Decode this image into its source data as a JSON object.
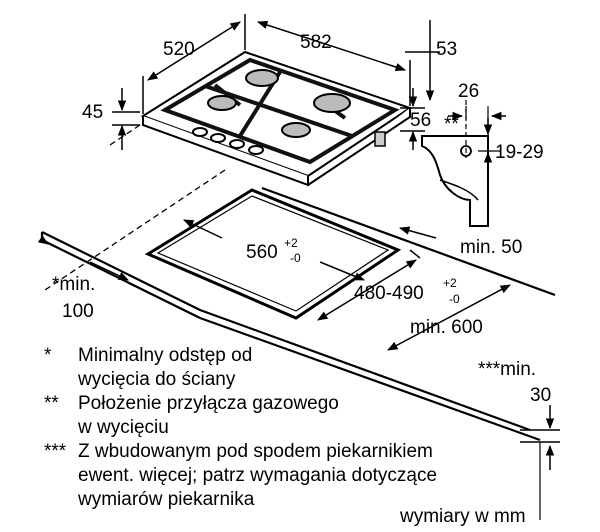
{
  "dimensions": {
    "hob_depth": "520",
    "hob_width": "582",
    "hob_height": "45",
    "edge_depth": "53",
    "below_depth": "56",
    "conn_offset": "26",
    "conn_height": "19-29",
    "conn_marker": "**",
    "cutout_width": "560",
    "cutout_width_tol_plus": "+2",
    "cutout_width_tol_minus": "-0",
    "cutout_depth": "480-490",
    "cutout_depth_tol_plus": "+2",
    "cutout_depth_tol_minus": "-0",
    "min_back": "min. 50",
    "min_wall_line1": "*min.",
    "min_wall_line2": "100",
    "min_cabinet": "min. 600",
    "min_oven_line1": "***min.",
    "min_oven_line2": "30"
  },
  "notes": [
    {
      "mark": "*",
      "text": "Minimalny odstęp od\nwycięcia do ściany"
    },
    {
      "mark": "**",
      "text": "Położenie przyłącza gazowego\nw wycięciu"
    },
    {
      "mark": "***",
      "text": "Z wbudowanym pod spodem piekarnikiem\newent. więcej; patrz wymagania dotyczące\nwymiarów piekarnika"
    }
  ],
  "units": "wymiary w mm"
}
